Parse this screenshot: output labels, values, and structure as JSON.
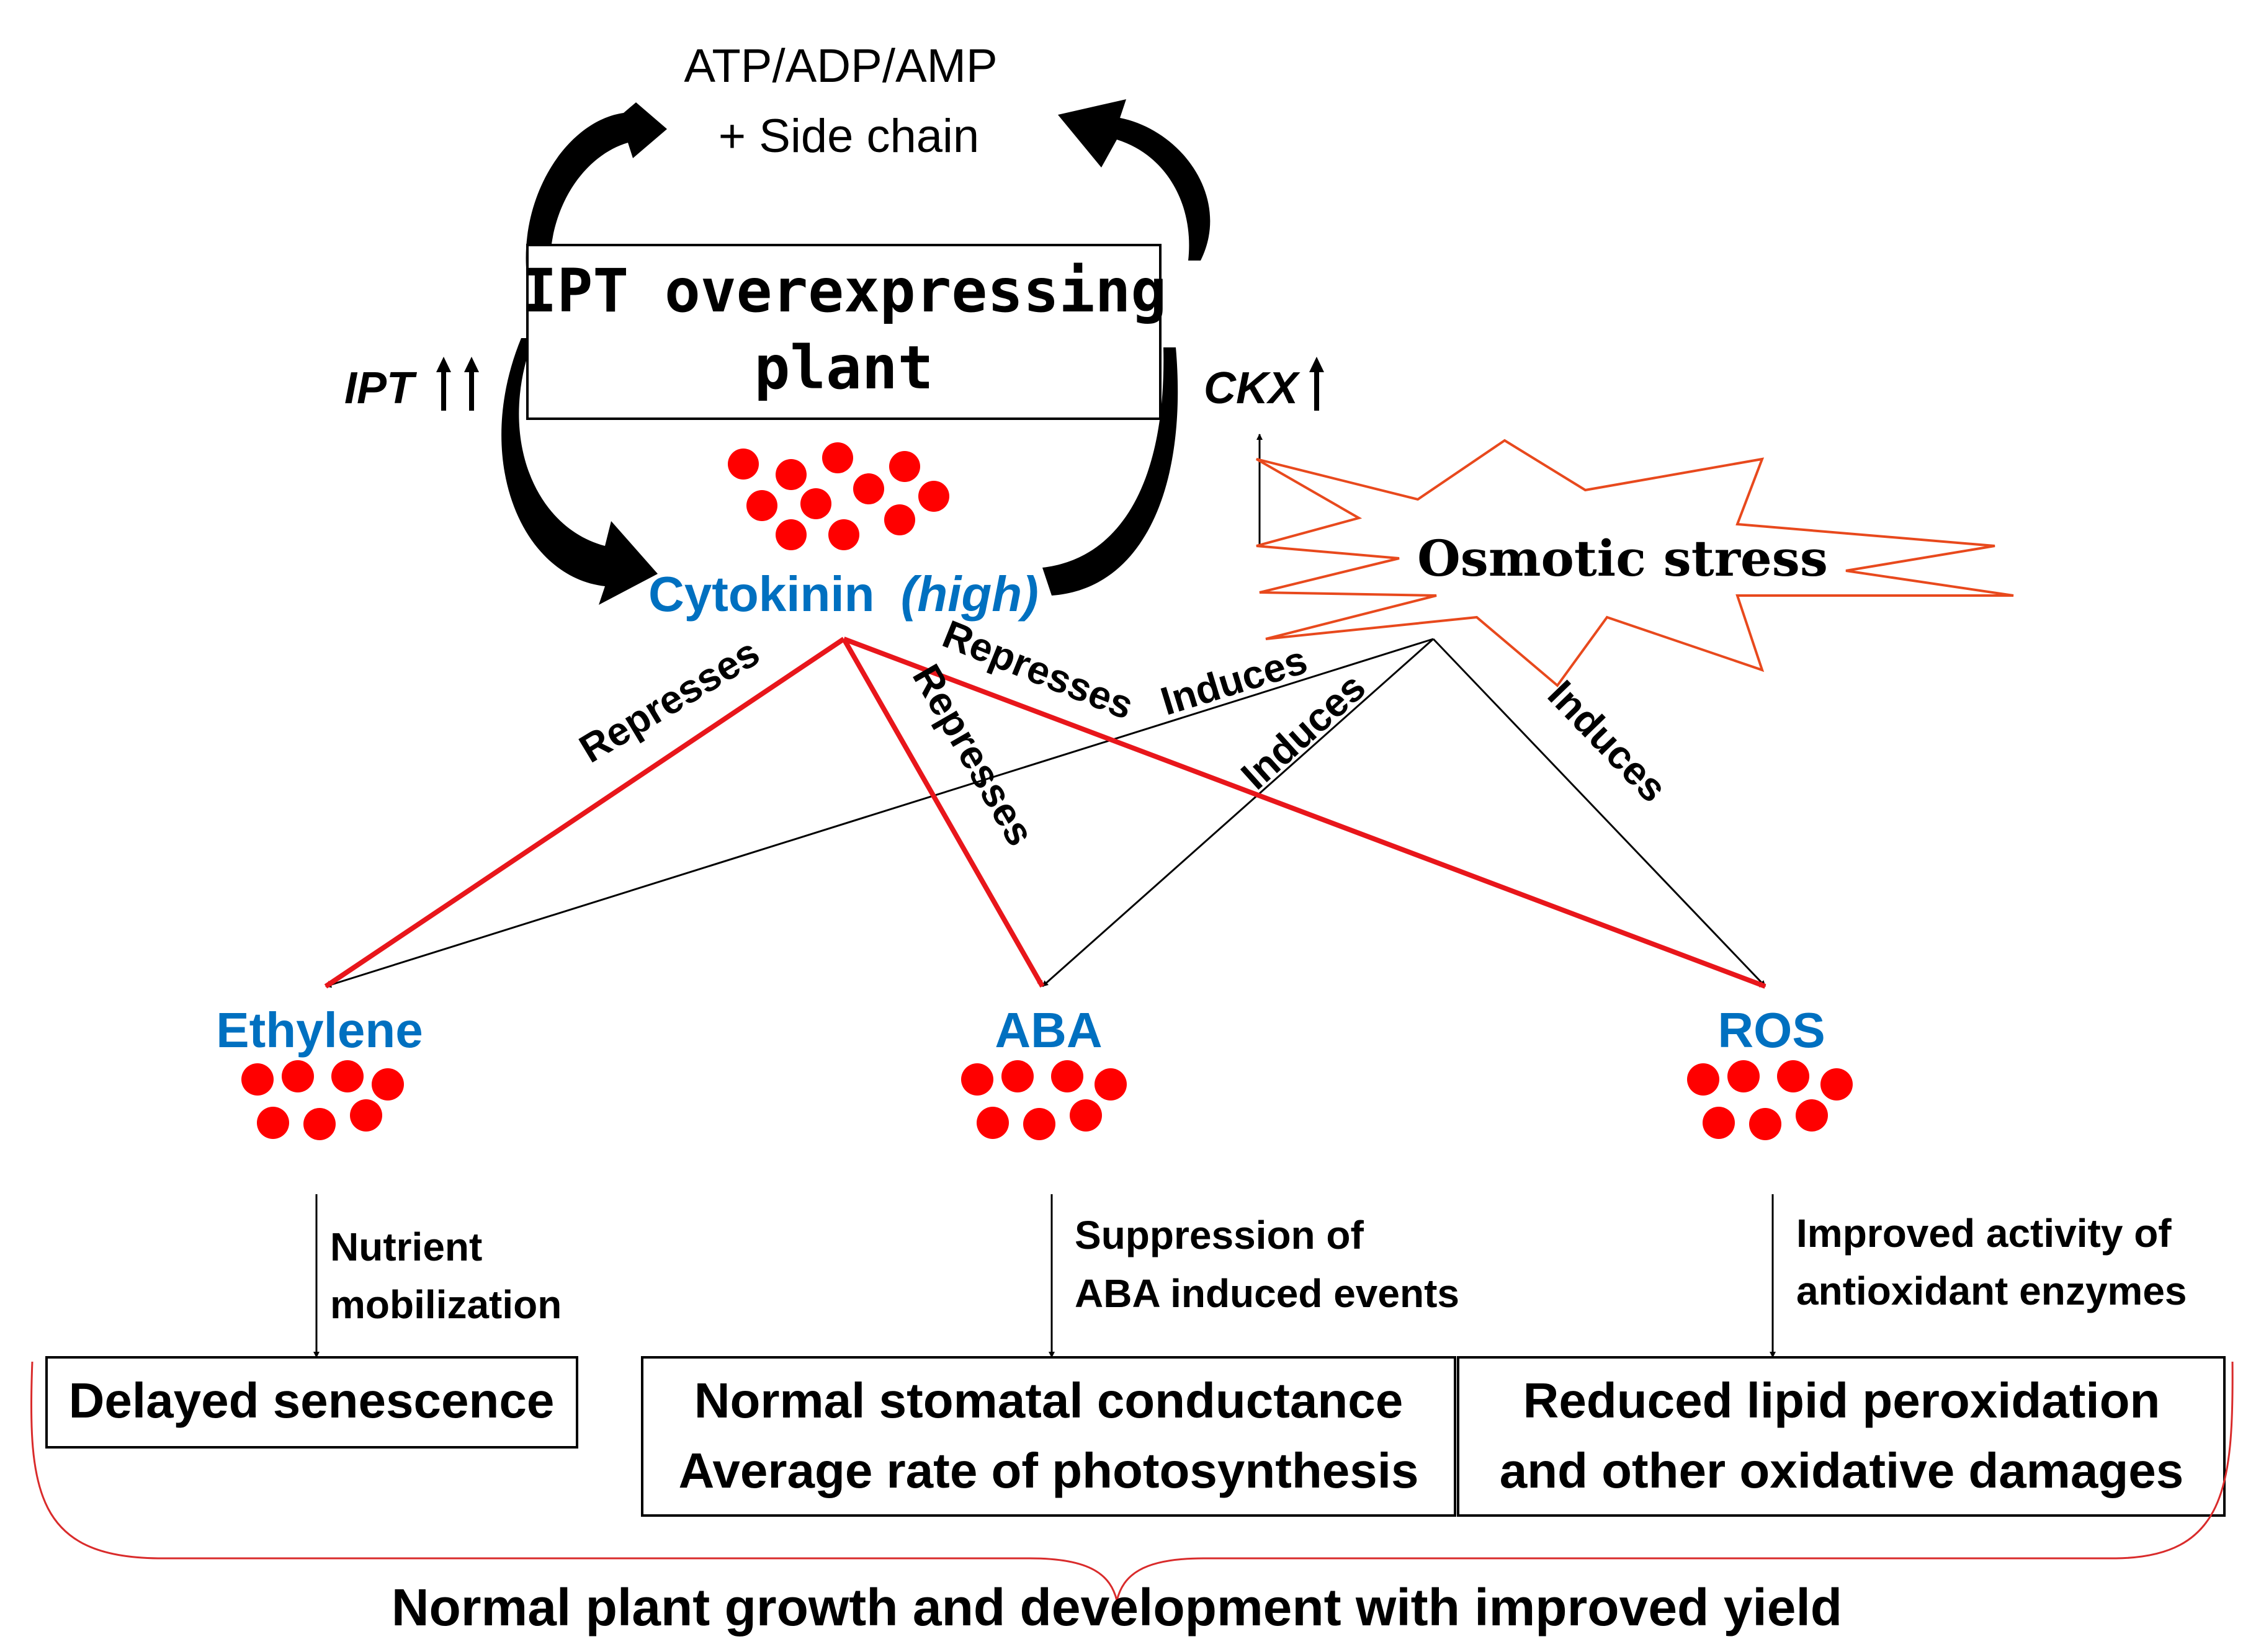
{
  "diagram": {
    "top_label_line1": "ATP/ADP/AMP",
    "top_label_line2": "+ Side chain",
    "center_box_line1": "IPT overexpressing",
    "center_box_line2": "plant",
    "ipt_label": "IPT",
    "ckx_label": "CKX",
    "cytokinin_label": "Cytokinin",
    "cytokinin_qualifier": "(high)",
    "osmotic_label": "Osmotic stress",
    "edge_labels": {
      "cyto_to_ethylene": "Represses",
      "cyto_to_aba": "Represses",
      "cyto_to_ros": "Represses",
      "osm_to_ethylene": "Induces",
      "osm_to_aba": "Induces",
      "osm_to_ros": "Induces"
    },
    "nodes": {
      "ethylene": "Ethylene",
      "aba": "ABA",
      "ros": "ROS"
    },
    "process_labels": {
      "ethylene_line1": "Nutrient",
      "ethylene_line2": "mobilization",
      "aba_line1": "Suppression of",
      "aba_line2": "ABA induced events",
      "ros_line1": "Improved activity of",
      "ros_line2": "antioxidant enzymes"
    },
    "outcomes": {
      "ethylene": "Delayed senescence",
      "aba_line1": "Normal stomatal conductance",
      "aba_line2": "Average rate of photosynthesis",
      "ros_line1": "Reduced lipid peroxidation",
      "ros_line2": "and other oxidative damages"
    },
    "summary": "Normal plant growth and development with improved yield"
  },
  "colors": {
    "hormone_blue": "#0070c0",
    "repress_red": "#e8161b",
    "dot_red": "#ff0000",
    "star_orange": "#e8491d",
    "black": "#000000"
  }
}
